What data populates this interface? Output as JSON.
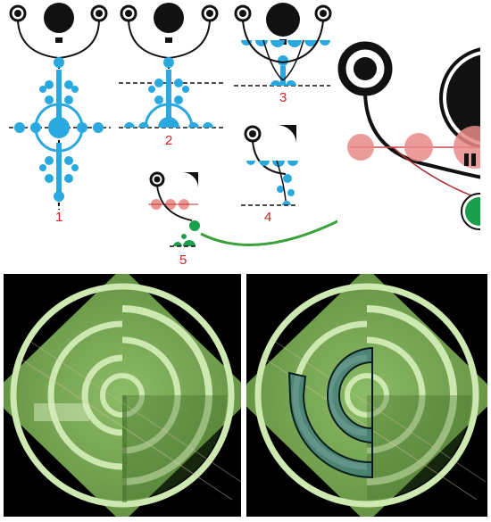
{
  "colors": {
    "blue": "#29a9e0",
    "red_pink": "#e98a8a",
    "green": "#1aa04a",
    "field_light": "#a9d486",
    "field_dark": "#4f7d32",
    "overlay": "#3f7a7d",
    "black": "#111111",
    "arrow_green": "#3aa13a"
  },
  "labels": {
    "step1": "1",
    "step2": "2",
    "step3": "3",
    "step4": "4",
    "step5": "5"
  },
  "icons": {
    "arrow": "curved-arrow-icon"
  }
}
